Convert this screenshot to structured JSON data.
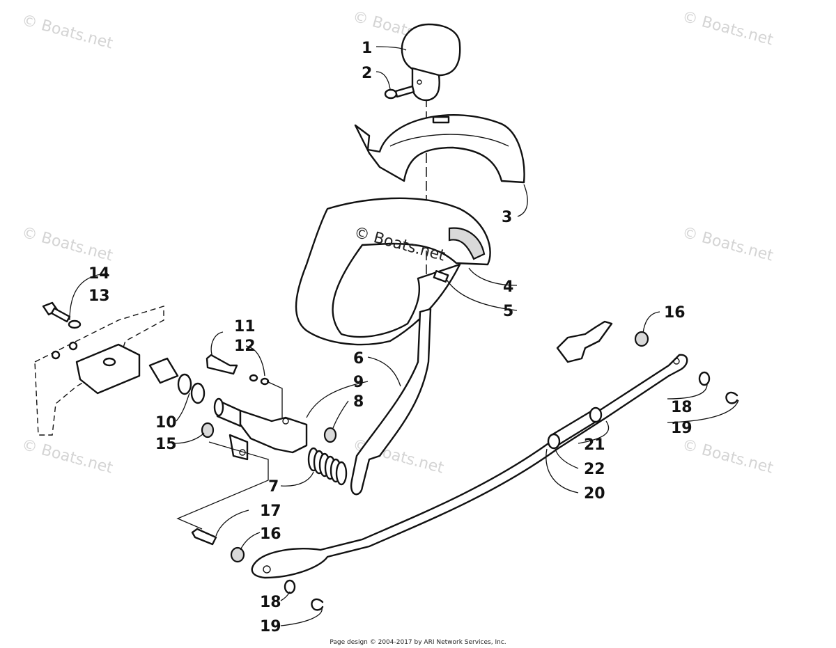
{
  "watermark": "© Boats.net",
  "footer": "Page design © 2004-2017 by ARI Network Services, Inc.",
  "callouts": [
    "1",
    "2",
    "3",
    "4",
    "5",
    "6",
    "7",
    "8",
    "9",
    "10",
    "11",
    "12",
    "13",
    "14",
    "15",
    "16",
    "17",
    "18",
    "19",
    "20",
    "21",
    "22"
  ]
}
